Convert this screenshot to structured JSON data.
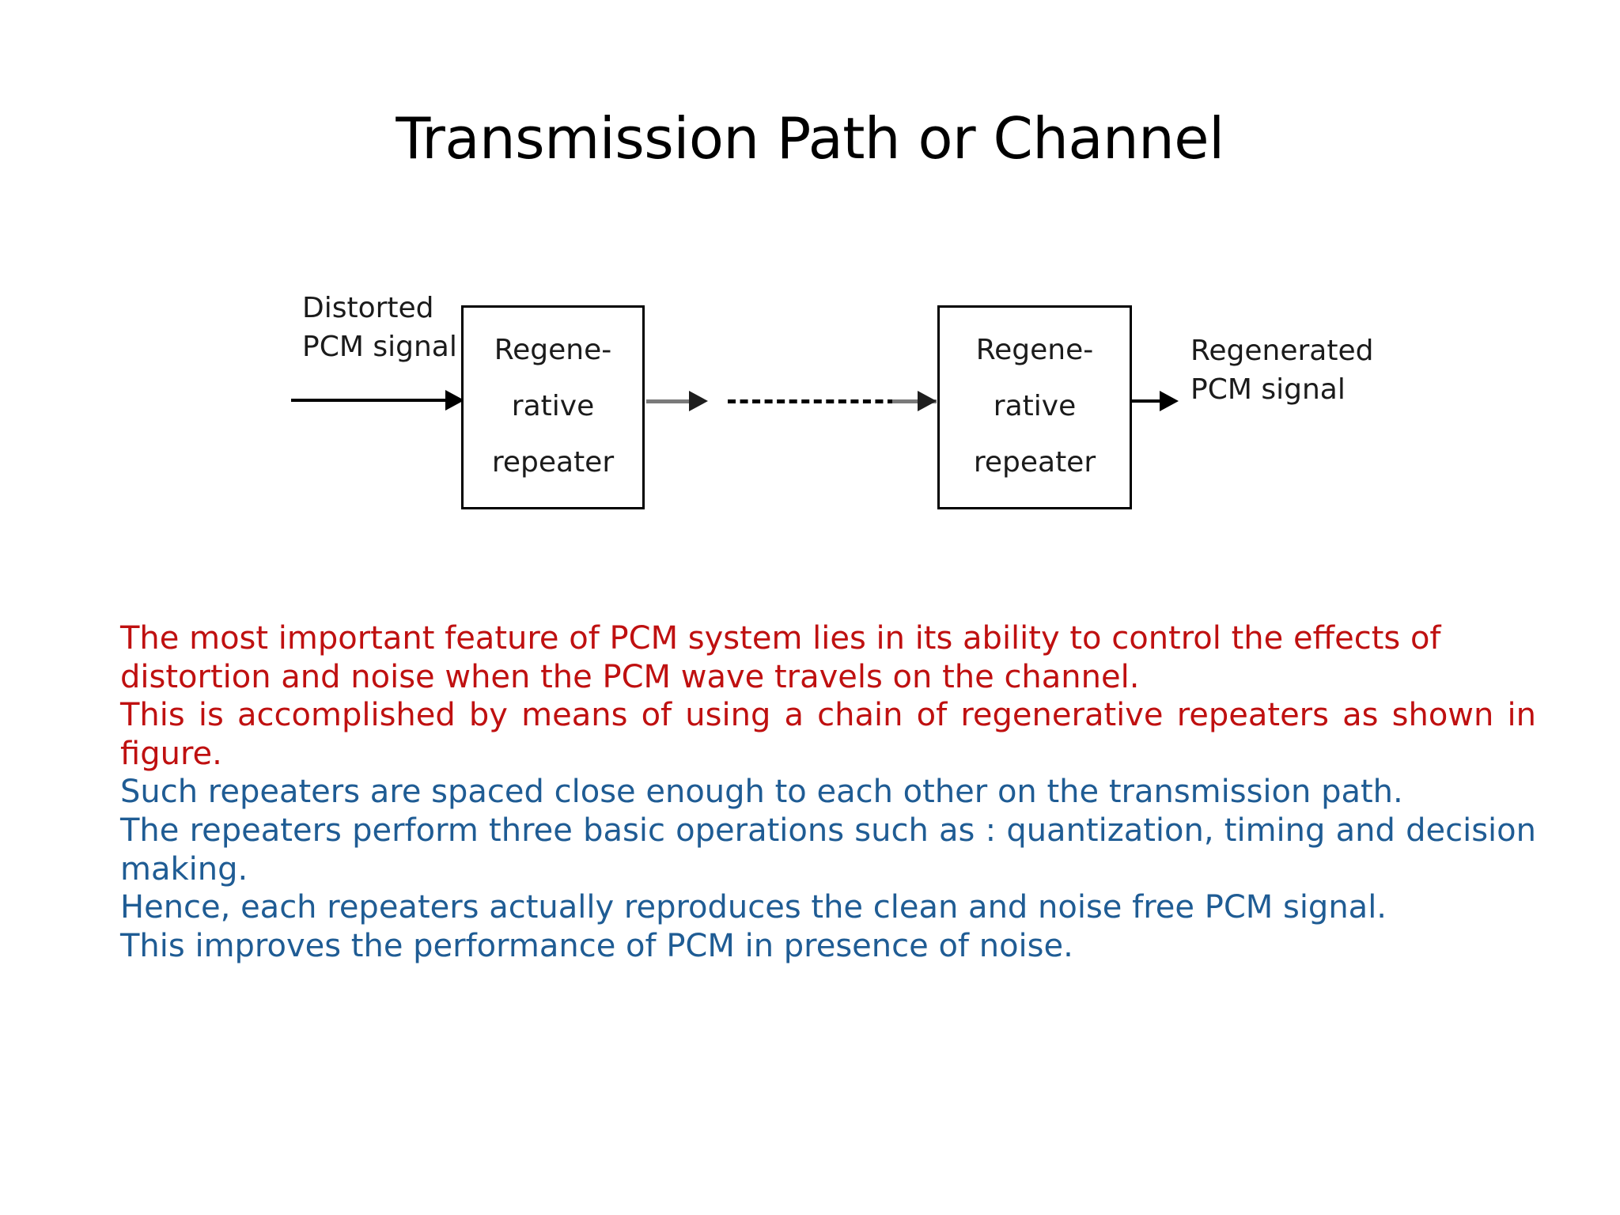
{
  "slide": {
    "title": "Transmission Path or Channel",
    "background": "#FFFFFF"
  },
  "colors": {
    "title": "#000000",
    "red_text": "#BF1010",
    "blue_text": "#1F5C94",
    "diagram_stroke": "#000000",
    "connector_gray": "#7A7A7A"
  },
  "diagram": {
    "name": "regenerative-repeater-chain",
    "input_label_line1": "Distorted",
    "input_label_line2": "PCM signal",
    "output_label_line1": "Regenerated",
    "output_label_line2": "PCM signal",
    "boxes": [
      {
        "line1": "Regene-",
        "line2": "rative",
        "line3": "repeater"
      },
      {
        "line1": "Regene-",
        "line2": "rative",
        "line3": "repeater"
      }
    ],
    "connector_style": "dashed-with-arrowheads"
  },
  "body": {
    "paragraphs": [
      {
        "color_key": "red",
        "text": "The most important feature of PCM system lies in its ability to control the effects of distortion and noise when the PCM wave travels on the channel."
      },
      {
        "color_key": "red",
        "text": "This is  accomplished by means of using a chain of regenerative repeaters as shown in figure."
      },
      {
        "color_key": "blue",
        "text": "Such repeaters are spaced close enough to each other on the transmission path."
      },
      {
        "color_key": "blue",
        "text": "The repeaters perform three basic operations such as : quantization, timing and decision making."
      },
      {
        "color_key": "blue",
        "text": "Hence, each repeaters actually reproduces the clean and noise free PCM signal."
      },
      {
        "color_key": "blue",
        "text": "This improves the performance of PCM in presence of noise."
      }
    ]
  }
}
